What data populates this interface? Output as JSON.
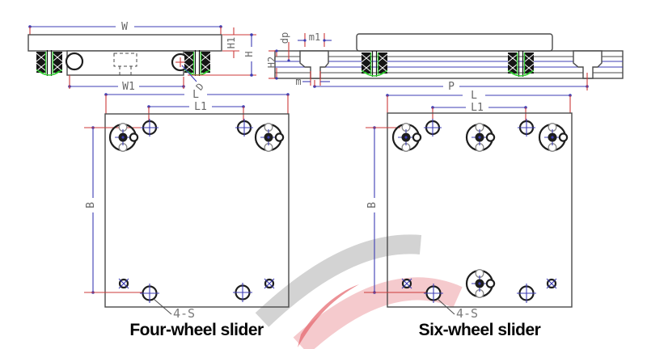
{
  "page": {
    "background": "#ffffff"
  },
  "colors": {
    "outline": "#4a4a4a",
    "dark_detail": "#1e1e1e",
    "dimension_blue": "#3c3cb4",
    "extension_red": "#cc3a3a",
    "wheel_green": "#2ecc2e",
    "label_gray": "#686868",
    "title_black": "#050505",
    "watermark_gray": "#cbcbcb",
    "watermark_pink": "#f2b8bc",
    "watermark_red": "#e4626a"
  },
  "views": {
    "front": {
      "labels": {
        "w": "W",
        "w1": "W1",
        "h1": "H1",
        "h": "H",
        "d": "D"
      }
    },
    "side": {
      "labels": {
        "dp": "dp",
        "m1": "m1",
        "h2": "H2",
        "m": "m",
        "p": "P"
      }
    },
    "four_wheel": {
      "title": "Four-wheel slider",
      "labels": {
        "l": "L",
        "l1": "L1",
        "b": "B",
        "holes": "4-S"
      }
    },
    "six_wheel": {
      "title": "Six-wheel slider",
      "labels": {
        "l": "L",
        "l1": "L1",
        "b": "B",
        "holes": "4-S"
      }
    }
  }
}
